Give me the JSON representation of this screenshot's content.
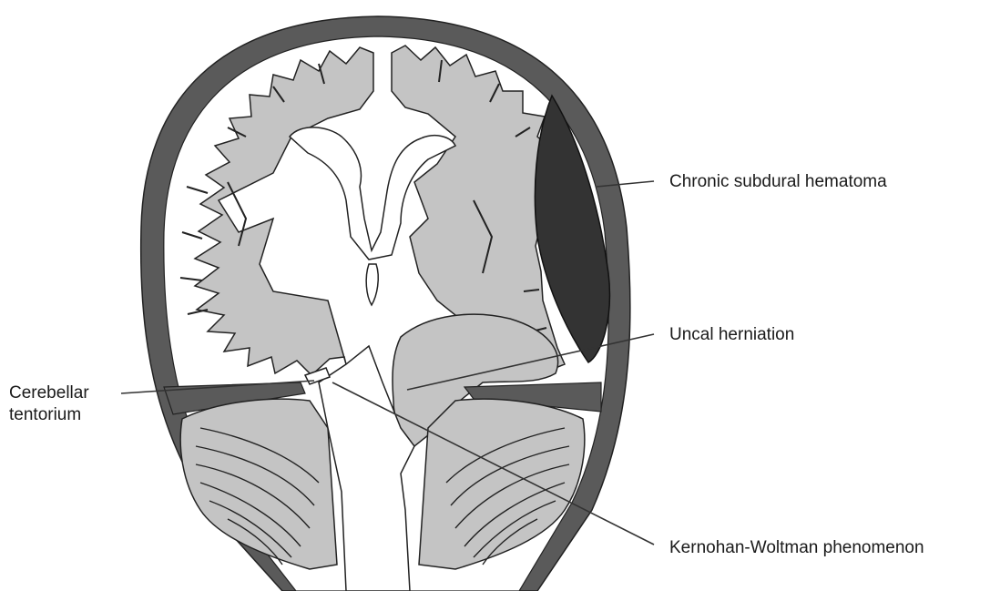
{
  "labels": {
    "chronic_subdural_hematoma": "Chronic subdural hematoma",
    "uncal_herniation": "Uncal herniation",
    "cerebellar_tentorium_line1": "Cerebellar",
    "cerebellar_tentorium_line2": "tentorium",
    "kernohan_woltman": "Kernohan-Woltman phenomenon"
  },
  "colors": {
    "skull": "#5a5a5a",
    "brain_tissue": "#c4c4c4",
    "hematoma": "#333333",
    "outline": "#222222",
    "background": "#ffffff"
  }
}
